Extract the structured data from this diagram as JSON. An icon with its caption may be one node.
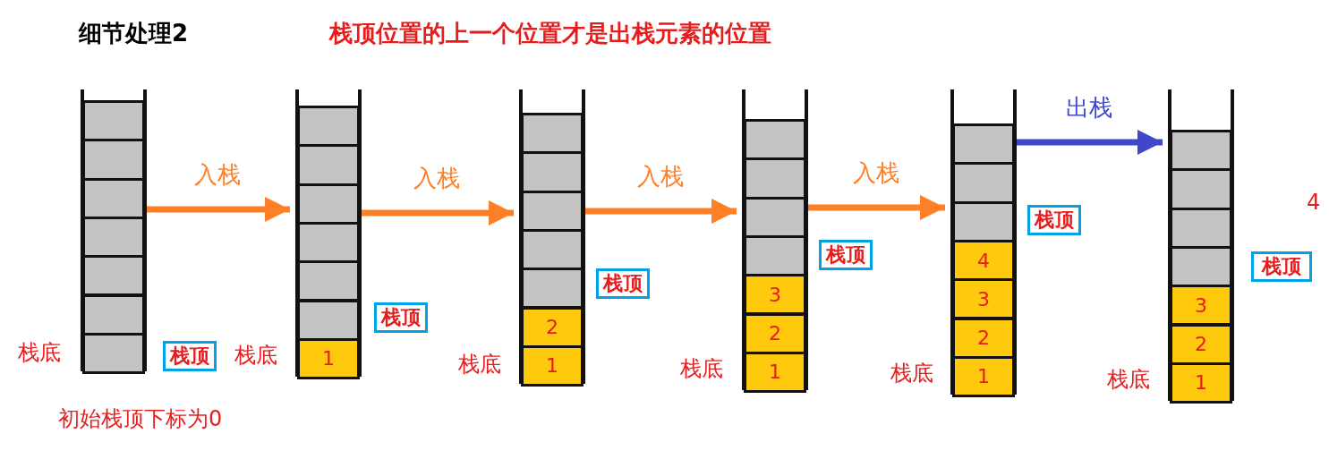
{
  "diagram": {
    "title": "细节处理2",
    "nodes": [
      {
        "text": [],
        "shape": "box"
      },
      {
        "text": [],
        "shape": "box",
        "in": 0
      },
      {
        "text": [],
        "shape": "box",
        "in": 0
      },
      {
        "text": [],
        "shape": "box",
        "in": 0
      },
      {
        "text": [],
        "shape": "box",
        "in": 0
      },
      {
        "text": [],
        "shape": "box",
        "in": 0
      },
      {
        "text": [],
        "shape": "box",
        "in": 0
      },
      {
        "text": [],
        "shape": "box",
        "in": 0
      },
      {
        "text": [
          "栈顶"
        ]
      },
      {
        "text": [],
        "shape": "box"
      },
      {
        "text": [],
        "shape": "box",
        "in": 9
      },
      {
        "text": [],
        "shape": "box",
        "in": 9
      },
      {
        "text": [],
        "shape": "box",
        "in": 9
      },
      {
        "text": [],
        "shape": "box",
        "in": 9
      },
      {
        "text": [],
        "shape": "box",
        "in": 9
      },
      {
        "text": [],
        "shape": "box",
        "in": 9
      },
      {
        "text": [
          "1"
        ],
        "in": 9
      },
      {
        "text": [
          "栈顶"
        ]
      },
      {
        "text": [],
        "shape": "box"
      },
      {
        "text": [],
        "shape": "box",
        "in": 18
      },
      {
        "text": [],
        "shape": "box",
        "in": 18
      },
      {
        "text": [],
        "shape": "box",
        "in": 18
      },
      {
        "text": [],
        "shape": "box",
        "in": 18
      },
      {
        "text": [],
        "shape": "box",
        "in": 18
      },
      {
        "text": [
          "2"
        ],
        "in": 18
      },
      {
        "text": [
          "1"
        ],
        "in": 18
      },
      {
        "text": [
          "栈顶"
        ]
      },
      {
        "text": [],
        "shape": "box"
      },
      {
        "text": [],
        "shape": "box",
        "in": 27
      },
      {
        "text": [],
        "shape": "box",
        "in": 27
      },
      {
        "text": [],
        "shape": "box",
        "in": 27
      },
      {
        "text": [],
        "shape": "box",
        "in": 27
      },
      {
        "text": [
          "3"
        ],
        "in": 27
      },
      {
        "text": [
          "2"
        ],
        "in": 27
      },
      {
        "text": [
          "1"
        ],
        "in": 27
      },
      {
        "text": [
          "栈顶"
        ]
      },
      {
        "text": [],
        "shape": "box"
      },
      {
        "text": [],
        "shape": "box",
        "in": 36
      },
      {
        "text": [],
        "shape": "box",
        "in": 36
      },
      {
        "text": [],
        "shape": "box",
        "in": 36
      },
      {
        "text": [
          "4"
        ],
        "in": 36
      },
      {
        "text": [
          "3"
        ],
        "in": 36
      },
      {
        "text": [
          "2"
        ],
        "in": 36
      },
      {
        "text": [
          "1"
        ],
        "in": 36
      },
      {
        "text": [
          "栈顶"
        ]
      },
      {
        "text": [],
        "shape": "box"
      },
      {
        "text": [],
        "shape": "box",
        "in": 45
      },
      {
        "text": [],
        "shape": "box",
        "in": 45
      },
      {
        "text": [],
        "shape": "box",
        "in": 45
      },
      {
        "text": [],
        "shape": "box",
        "in": 45
      },
      {
        "text": [
          "3"
        ],
        "in": 45
      },
      {
        "text": [
          "2"
        ],
        "in": 45
      },
      {
        "text": [
          "1"
        ],
        "in": 45
      },
      {
        "text": [
          "栈顶"
        ]
      }
    ],
    "edges": [
      {
        "from": 0,
        "to": 9,
        "arrow": "to",
        "label": "入栈"
      },
      {
        "from": 9,
        "to": 18,
        "arrow": "to",
        "label": "入栈"
      },
      {
        "from": 18,
        "to": 27,
        "arrow": "to",
        "label": "入栈"
      },
      {
        "from": 27,
        "to": 36,
        "arrow": "to",
        "label": "入栈"
      },
      {
        "from": 36,
        "to": 45,
        "arrow": "to",
        "label": "出栈",
        "color": "#3f48cc"
      }
    ],
    "labels": [
      "栈顶位置的上一个位置才是出栈元素的位置",
      "栈底",
      "栈底",
      "栈底",
      "栈底",
      "栈底",
      "栈底",
      "4",
      "初始栈顶下标为0"
    ]
  }
}
